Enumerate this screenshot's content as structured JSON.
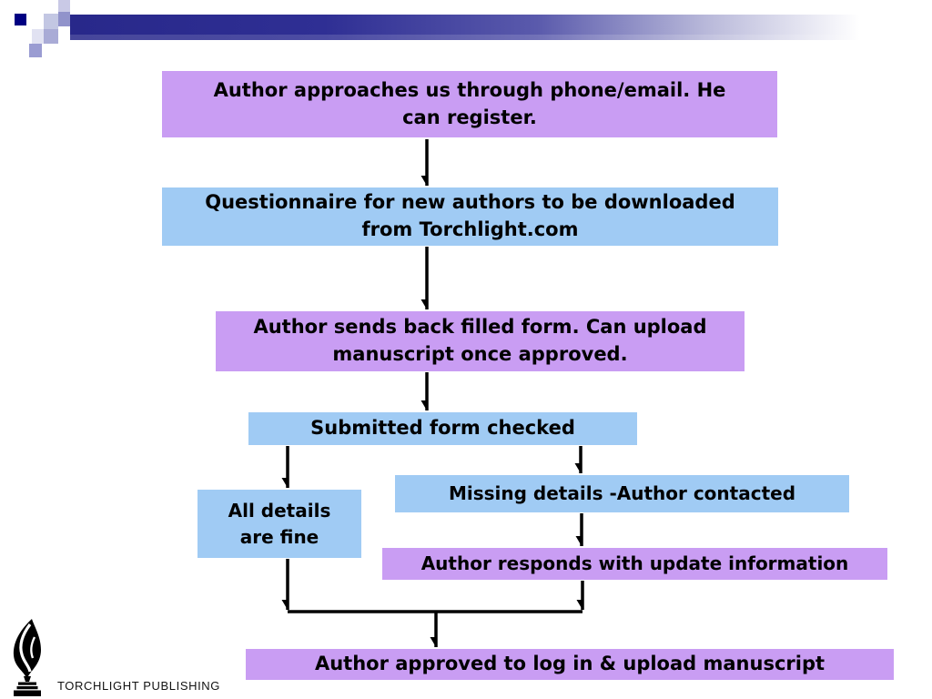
{
  "slide": {
    "background": "#ffffff"
  },
  "colors": {
    "node_purple": "#c99df3",
    "node_blue": "#a0cbf4",
    "header_bar_navy": "#28288a",
    "arrow_black": "#000000",
    "text_black": "#000000"
  },
  "flowchart": {
    "nodes": [
      {
        "id": "author-approaches",
        "color": "purple",
        "label": "Author approaches us through phone/email. He\ncan register."
      },
      {
        "id": "questionnaire-download",
        "color": "blue",
        "label": "Questionnaire for new authors to be downloaded\nfrom Torchlight.com"
      },
      {
        "id": "author-sends-form",
        "color": "purple",
        "label": "Author sends back filled form. Can upload\nmanuscript once approved."
      },
      {
        "id": "form-checked",
        "color": "blue",
        "label": "Submitted form checked"
      },
      {
        "id": "missing-details",
        "color": "blue",
        "label": "Missing details -Author contacted"
      },
      {
        "id": "details-fine",
        "color": "blue",
        "label": "All details\nare fine"
      },
      {
        "id": "author-responds",
        "color": "purple",
        "label": "Author responds with update information"
      },
      {
        "id": "author-approved",
        "color": "purple",
        "label": "Author approved to log in & upload manuscript"
      }
    ],
    "edges": [
      {
        "from": "author-approaches",
        "to": "questionnaire-download"
      },
      {
        "from": "questionnaire-download",
        "to": "author-sends-form"
      },
      {
        "from": "author-sends-form",
        "to": "form-checked"
      },
      {
        "from": "form-checked",
        "to": "details-fine"
      },
      {
        "from": "form-checked",
        "to": "missing-details"
      },
      {
        "from": "missing-details",
        "to": "author-responds"
      },
      {
        "from": "details-fine",
        "to": "author-approved"
      },
      {
        "from": "author-responds",
        "to": "author-approved"
      }
    ]
  },
  "footer": {
    "brand": "TORCHLIGHT PUBLISHING"
  }
}
